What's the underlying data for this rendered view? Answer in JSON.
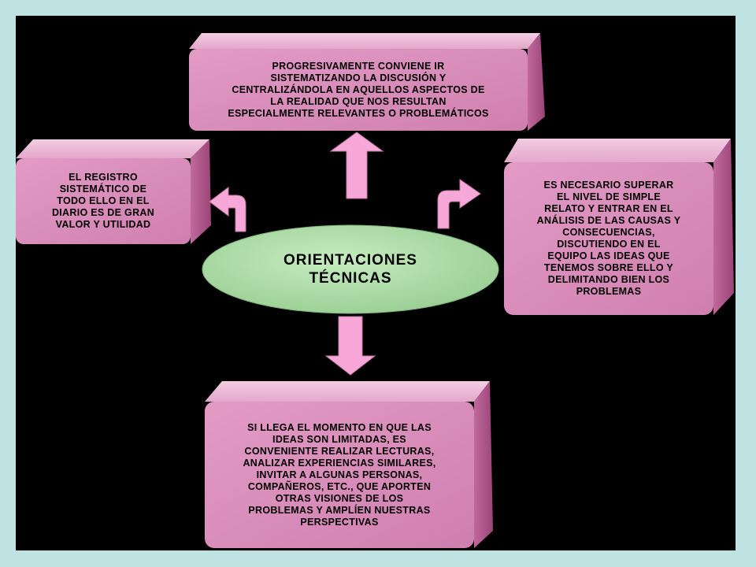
{
  "center": {
    "line1": "ORIENTACIONES",
    "line2": "TÉCNICAS"
  },
  "boxes": {
    "top": {
      "lines": [
        "PROGRESIVAMENTE CONVIENE IR",
        "SISTEMATIZANDO LA DISCUSIÓN Y",
        "CENTRALIZÁNDOLA EN AQUELLOS ASPECTOS DE",
        "LA REALIDAD QUE NOS RESULTAN",
        "ESPECIALMENTE RELEVANTES O PROBLEMÁTICOS"
      ]
    },
    "left": {
      "lines": [
        "EL REGISTRO",
        "SISTEMÁTICO DE",
        "TODO ELLO EN EL",
        "DIARIO ES DE GRAN",
        "VALOR Y UTILIDAD"
      ]
    },
    "right": {
      "lines": [
        "ES NECESARIO SUPERAR",
        "EL NIVEL DE SIMPLE",
        "RELATO Y ENTRAR EN EL",
        "ANÁLISIS DE LAS CAUSAS Y",
        "CONSECUENCIAS,",
        "DISCUTIENDO EN EL",
        "EQUIPO LAS IDEAS QUE",
        "TENEMOS SOBRE  ELLO Y",
        "DELIMITANDO BIEN LOS",
        "PROBLEMAS"
      ]
    },
    "bottom": {
      "lines": [
        "SI LLEGA EL MOMENTO EN QUE LAS",
        "IDEAS SON LIMITADAS, ES",
        "CONVENIENTE REALIZAR LECTURAS,",
        "ANALIZAR EXPERIENCIAS SIMILARES,",
        "INVITAR A ALGUNAS PERSONAS,",
        "COMPAÑEROS, ETC., QUE APORTEN",
        "OTRAS VISIONES DE LOS",
        "PROBLEMAS Y AMPLÍEN NUESTRAS",
        "PERSPECTIVAS"
      ]
    }
  },
  "colors": {
    "page_background": "#bfe3e3",
    "slide_background": "#000000",
    "box_face": "#d98ab8",
    "box_top": "#e9b6d4",
    "box_side": "#b55a90",
    "arrow_fill": "#f7a8d8",
    "ellipse_fill": "#b3e0ad",
    "text": "#000000"
  }
}
